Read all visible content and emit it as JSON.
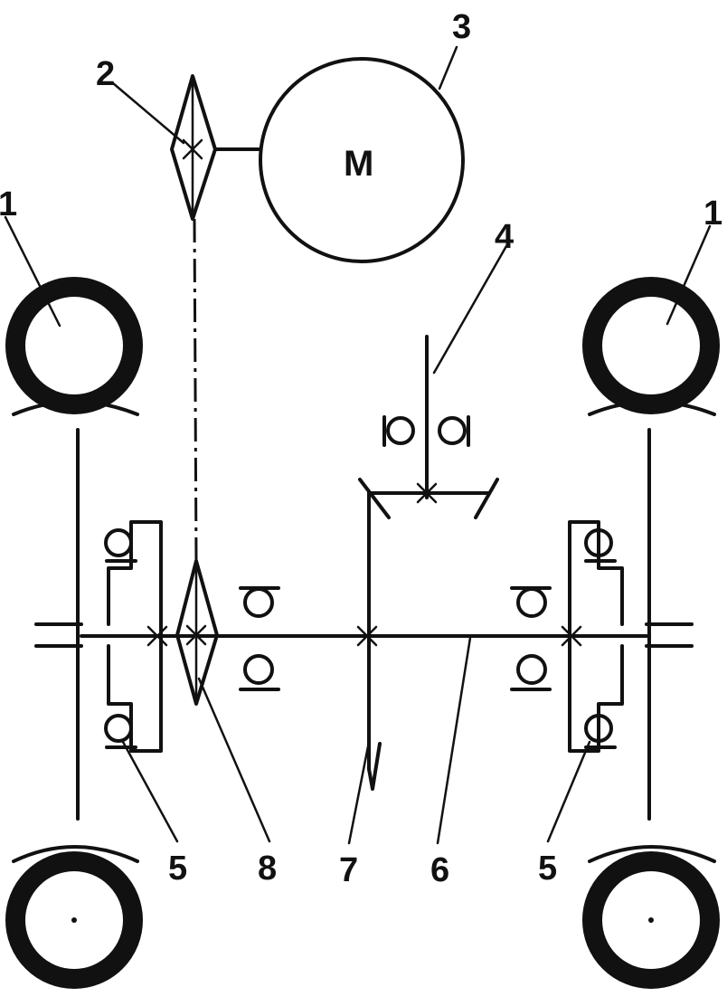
{
  "motor": {
    "label": "M"
  },
  "callouts": [
    {
      "id": "wheel-front-left",
      "text": "1"
    },
    {
      "id": "wheel-front-right",
      "text": "1"
    },
    {
      "id": "motor-sprocket",
      "text": "2"
    },
    {
      "id": "motor",
      "text": "3"
    },
    {
      "id": "steering-column",
      "text": "4"
    },
    {
      "id": "hub-bearing-left",
      "text": "5"
    },
    {
      "id": "axle",
      "text": "6"
    },
    {
      "id": "lever",
      "text": "7"
    },
    {
      "id": "axle-sprocket",
      "text": "8"
    },
    {
      "id": "hub-bearing-right",
      "text": "5"
    }
  ]
}
